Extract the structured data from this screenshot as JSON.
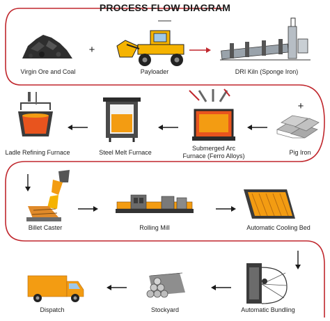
{
  "title": "PROCESS FLOW DIAGRAM",
  "colors": {
    "border": "#c0272d",
    "accent": "#f39c12",
    "molten": "#e8541e",
    "dark": "#2b2b2b",
    "arrow": "#1a1a1a"
  },
  "rows": [
    {
      "items": [
        {
          "label": "Virgin Ore and Coal",
          "icon": "ore-coal-pile-icon"
        },
        {
          "label": "Payloader",
          "icon": "payloader-icon"
        },
        {
          "label": "DRI Kiln (Sponge Iron)",
          "icon": "dri-kiln-icon"
        }
      ],
      "connectors": [
        "+",
        "red-arrow-right"
      ]
    },
    {
      "items": [
        {
          "label": "Ladle Refining Furnace",
          "icon": "ladle-furnace-icon"
        },
        {
          "label": "Steel Melt Furnace",
          "icon": "melt-furnace-icon"
        },
        {
          "label": "Submerged Arc",
          "label2": "Furnace (Ferro Alloys)",
          "icon": "arc-furnace-icon"
        },
        {
          "label": "Pig Iron",
          "icon": "pig-iron-icon"
        }
      ],
      "connectors": [
        "arrow-left",
        "arrow-left",
        "arrow-left",
        "+"
      ]
    },
    {
      "items": [
        {
          "label": "Billet Caster",
          "icon": "billet-caster-icon"
        },
        {
          "label": "Rolling Mill",
          "icon": "rolling-mill-icon"
        },
        {
          "label": "Automatic Cooling Bed",
          "icon": "cooling-bed-icon"
        }
      ],
      "connectors": [
        "arrow-down",
        "arrow-right",
        "arrow-right"
      ]
    },
    {
      "items": [
        {
          "label": "Dispatch",
          "icon": "truck-icon"
        },
        {
          "label": "Stockyard",
          "icon": "stockyard-icon"
        },
        {
          "label": "Automatic Bundling",
          "icon": "bundling-icon"
        }
      ],
      "connectors": [
        "arrow-left",
        "arrow-left",
        "arrow-down"
      ]
    }
  ]
}
